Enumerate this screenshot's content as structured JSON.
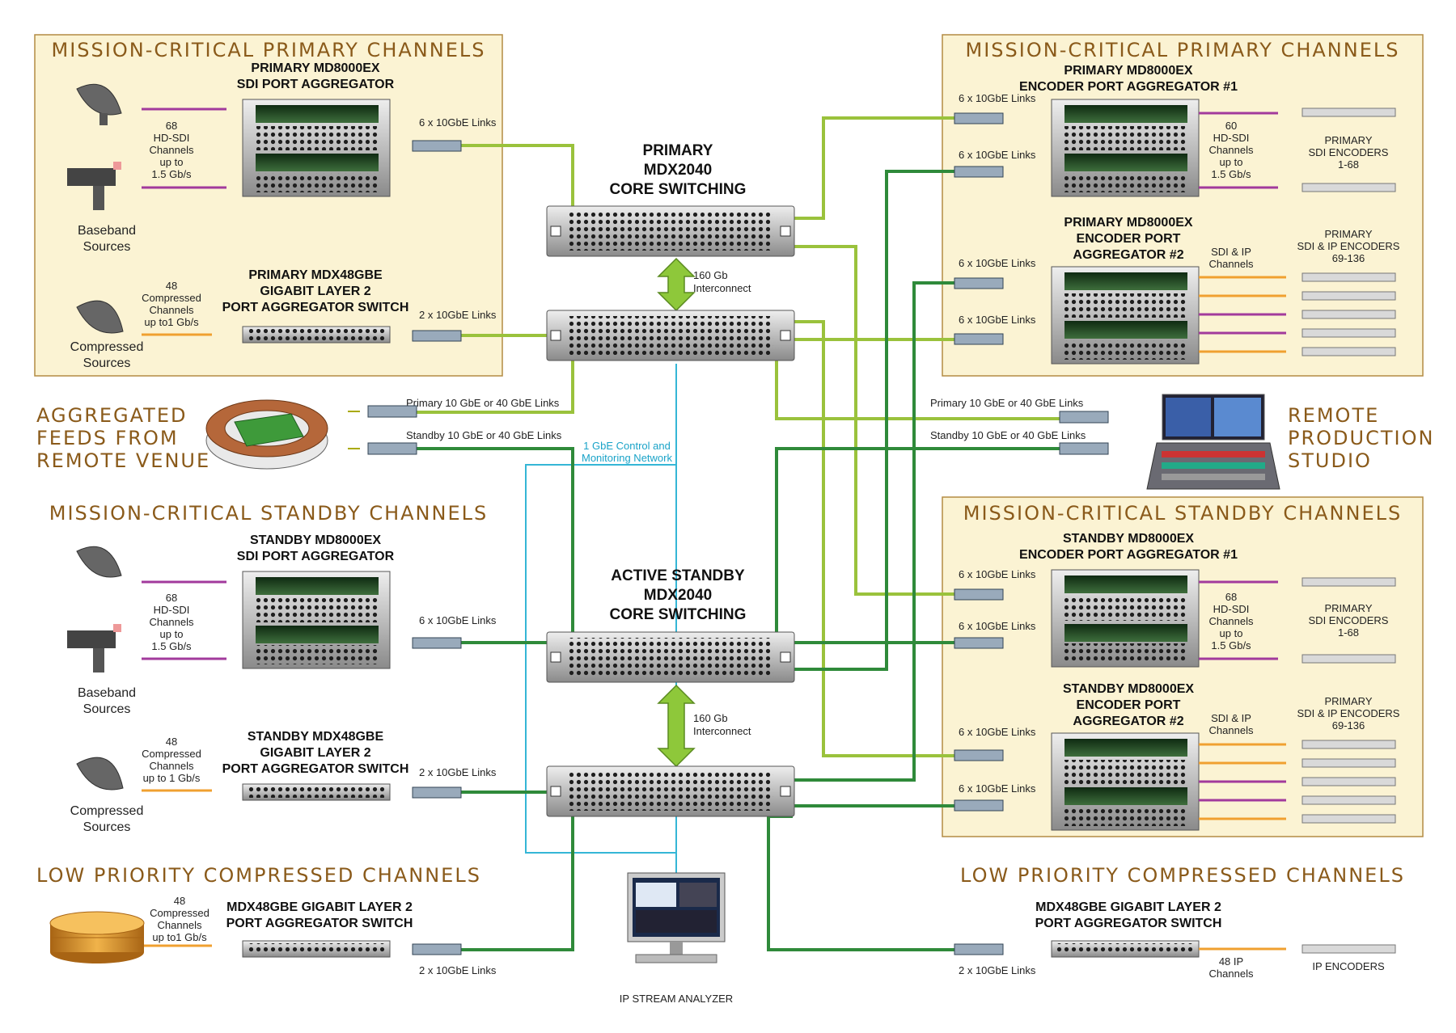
{
  "sections": {
    "left_primary": "MISSION-CRITICAL PRIMARY CHANNELS",
    "right_primary": "MISSION-CRITICAL PRIMARY CHANNELS",
    "left_standby": "MISSION-CRITICAL STANDBY CHANNELS",
    "right_standby": "MISSION-CRITICAL STANDBY CHANNELS",
    "left_low": "LOW PRIORITY COMPRESSED CHANNELS",
    "right_low": "LOW PRIORITY COMPRESSED CHANNELS"
  },
  "remote_venue": [
    "AGGREGATED",
    "FEEDS FROM",
    "REMOTE VENUE"
  ],
  "remote_studio": [
    "REMOTE",
    "PRODUCTION",
    "STUDIO"
  ],
  "left_primary": {
    "sdi_title": [
      "PRIMARY MD8000EX",
      "SDI PORT AGGREGATOR"
    ],
    "sdi_channels": [
      "68",
      "HD-SDI",
      "Channels",
      "up to",
      "1.5 Gb/s"
    ],
    "sdi_links": "6 x 10GbE Links",
    "baseband": [
      "Baseband",
      "Sources"
    ],
    "agg_title": [
      "PRIMARY MDX48GBE",
      "GIGABIT LAYER 2",
      "PORT AGGREGATOR SWITCH"
    ],
    "agg_channels": [
      "48",
      "Compressed",
      "Channels",
      "up to1 Gb/s"
    ],
    "agg_links": "2 x 10GbE Links",
    "compressed": [
      "Compressed",
      "Sources"
    ]
  },
  "left_standby": {
    "sdi_title": [
      "STANDBY MD8000EX",
      "SDI PORT AGGREGATOR"
    ],
    "sdi_channels": [
      "68",
      "HD-SDI",
      "Channels",
      "up to",
      "1.5 Gb/s"
    ],
    "sdi_links": "6 x 10GbE Links",
    "baseband": [
      "Baseband",
      "Sources"
    ],
    "agg_title": [
      "STANDBY MDX48GBE",
      "GIGABIT LAYER 2",
      "PORT AGGREGATOR SWITCH"
    ],
    "agg_channels": [
      "48",
      "Compressed",
      "Channels",
      "up to 1 Gb/s"
    ],
    "agg_links": "2 x 10GbE Links",
    "compressed": [
      "Compressed",
      "Sources"
    ]
  },
  "left_low": {
    "title": [
      "MDX48GBE GIGABIT LAYER 2",
      "PORT AGGREGATOR SWITCH"
    ],
    "channels": [
      "48",
      "Compressed",
      "Channels",
      "up to1 Gb/s"
    ],
    "links": "2 x 10GbE Links"
  },
  "core": {
    "primary_title": [
      "PRIMARY",
      "MDX2040",
      "CORE SWITCHING"
    ],
    "standby_title": [
      "ACTIVE STANDBY",
      "MDX2040",
      "CORE SWITCHING"
    ],
    "interconnect": [
      "160 Gb",
      "Interconnect"
    ],
    "control_network": [
      "1 GbE Control and",
      "Monitoring Network"
    ],
    "primary_links": "Primary 10 GbE or 40 GbE Links",
    "standby_links": "Standby 10 GbE or 40 GbE Links",
    "analyzer": "IP STREAM ANALYZER"
  },
  "right_primary": {
    "enc1_title": [
      "PRIMARY MD8000EX",
      "ENCODER PORT AGGREGATOR #1"
    ],
    "links_a": "6 x 10GbE Links",
    "links_b": "6 x 10GbE Links",
    "enc1_channels": [
      "60",
      "HD-SDI",
      "Channels",
      "up to",
      "1.5 Gb/s"
    ],
    "sdi_encoders": [
      "PRIMARY",
      "SDI ENCODERS",
      "1-68"
    ],
    "enc2_title": [
      "PRIMARY MD8000EX",
      "ENCODER PORT",
      "AGGREGATOR #2"
    ],
    "links_c": "6 x 10GbE Links",
    "links_d": "6 x 10GbE Links",
    "enc2_channels": [
      "SDI & IP",
      "Channels"
    ],
    "ip_encoders": [
      "PRIMARY",
      "SDI & IP ENCODERS",
      "69-136"
    ]
  },
  "right_standby": {
    "enc1_title": [
      "STANDBY MD8000EX",
      "ENCODER PORT AGGREGATOR #1"
    ],
    "links_a": "6 x 10GbE Links",
    "links_b": "6 x 10GbE Links",
    "enc1_channels": [
      "68",
      "HD-SDI",
      "Channels",
      "up to",
      "1.5 Gb/s"
    ],
    "sdi_encoders": [
      "PRIMARY",
      "SDI ENCODERS",
      "1-68"
    ],
    "enc2_title": [
      "STANDBY MD8000EX",
      "ENCODER PORT",
      "AGGREGATOR #2"
    ],
    "links_c": "6 x 10GbE Links",
    "links_d": "6 x 10GbE Links",
    "enc2_channels": [
      "SDI & IP",
      "Channels"
    ],
    "ip_encoders": [
      "PRIMARY",
      "SDI & IP ENCODERS",
      "69-136"
    ]
  },
  "right_low": {
    "title": [
      "MDX48GBE GIGABIT LAYER 2",
      "PORT AGGREGATOR SWITCH"
    ],
    "links": "2 x 10GbE Links",
    "channels": [
      "48 IP",
      "Channels"
    ],
    "encoders": "IP ENCODERS"
  },
  "colors": {
    "section_fill": "#fbf3d3",
    "section_text": "#8a5a1a",
    "fiber_light": "#9ac23c",
    "fiber_dark": "#2f8a3a",
    "sdi_cable": "#a23a9c",
    "ip_cable": "#f0a030",
    "control_net": "#35b6d6"
  }
}
